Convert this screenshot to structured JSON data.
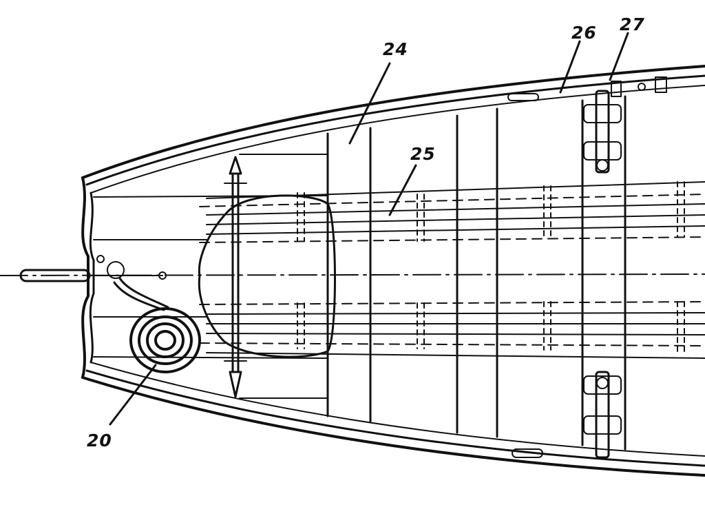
{
  "diagram": {
    "callouts": [
      {
        "id": "20",
        "label": "20"
      },
      {
        "id": "24",
        "label": "24"
      },
      {
        "id": "25",
        "label": "25"
      },
      {
        "id": "26",
        "label": "26"
      },
      {
        "id": "27",
        "label": "27"
      }
    ],
    "colors": {
      "ink": "#111111",
      "paper": "#ffffff"
    }
  }
}
